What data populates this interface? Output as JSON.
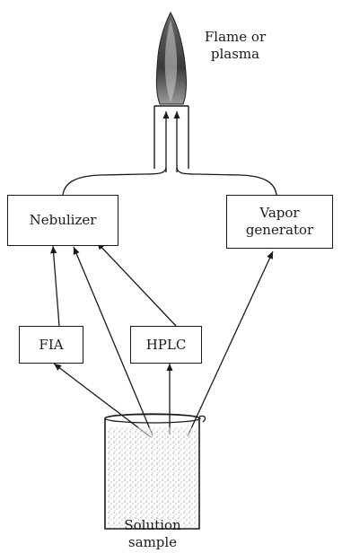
{
  "labels": {
    "flame": "Flame or\nplasma",
    "nebulizer": "Nebulizer",
    "vapor_generator": "Vapor\ngenerator",
    "fia": "FIA",
    "hplc": "HPLC",
    "solution_sample": "Solution\nsample"
  },
  "colors": {
    "ink": "#1a1a1a",
    "background": "#ffffff"
  }
}
